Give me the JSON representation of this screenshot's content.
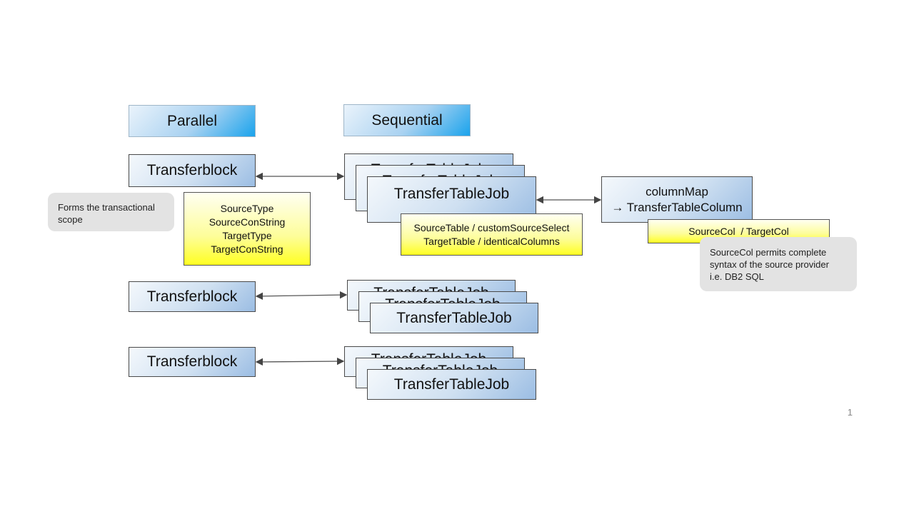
{
  "headers": {
    "parallel": "Parallel",
    "sequential": "Sequential"
  },
  "blocks": {
    "transferblock": "Transferblock",
    "transfer_table_job": "TransferTableJob"
  },
  "block_props": [
    "SourceType",
    "SourceConString",
    "TargetType",
    "TargetConString"
  ],
  "job_props": [
    "SourceTable / customSourceSelect",
    "TargetTable / identicalColumns"
  ],
  "column_map": {
    "line1": "columnMap",
    "line2": "→ TransferTableColumn"
  },
  "column_props": "SourceCol  / TargetCol",
  "notes": {
    "scope": [
      "Forms the transactional",
      "scope"
    ],
    "sourcecol": [
      "SourceCol permits complete",
      "syntax of the source provider",
      "i.e. DB2 SQL"
    ]
  },
  "page_number": "1",
  "colors": {
    "header_accent": "#1aa3ec",
    "box_blue": "#9bbde3",
    "box_yellow": "#ffff22",
    "note_gray": "#e3e3e3"
  }
}
